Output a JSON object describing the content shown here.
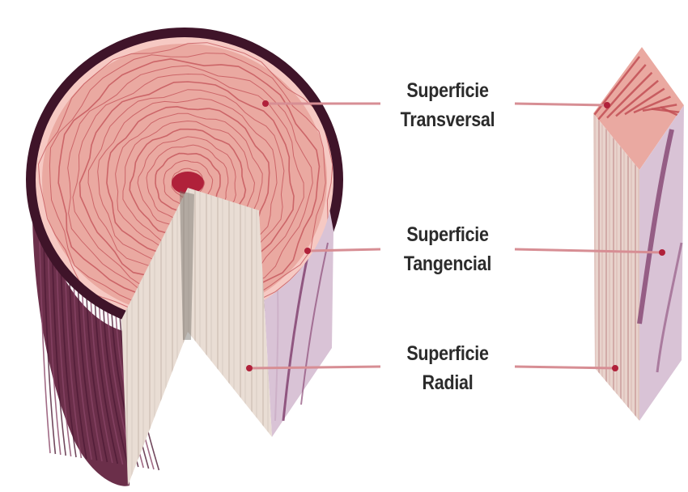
{
  "labels": [
    {
      "line1": "Superficie",
      "line2": "Transversal"
    },
    {
      "line1": "Superficie",
      "line2": "Tangencial"
    },
    {
      "line1": "Superficie",
      "line2": "Radial"
    }
  ],
  "colors": {
    "bark": "#6b2f4a",
    "bark_dark": "#3f1429",
    "sapwood_ring": "#f6c9c3",
    "heartwood": "#eaa9a1",
    "growth_ring": "#c24f55",
    "radial_face": "#e8ddd5",
    "tangential_face": "#d9c3d6",
    "leader_line": "#d78e94",
    "marker": "#b0213a"
  }
}
